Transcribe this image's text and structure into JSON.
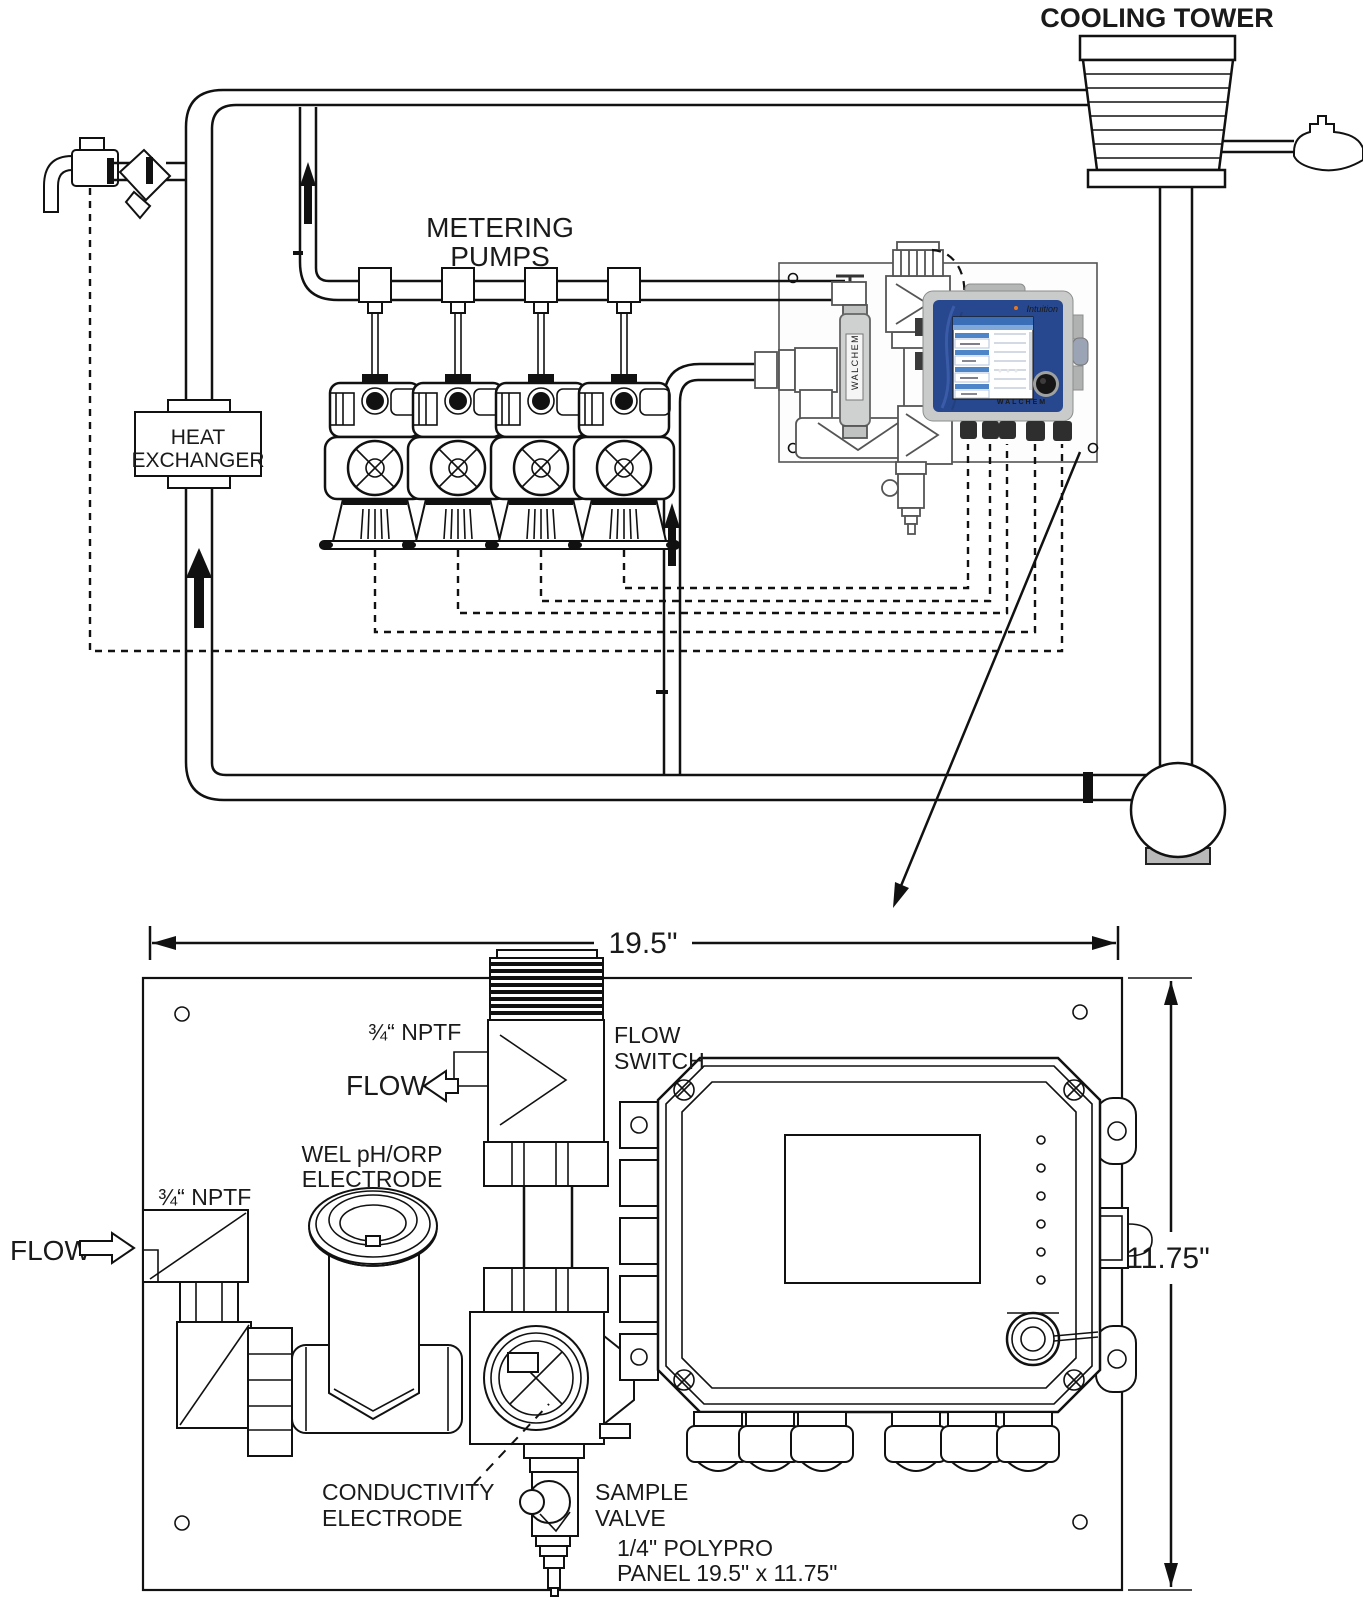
{
  "schematic": {
    "cooling_tower_label": "COOLING TOWER",
    "metering_pumps_label_1": "METERING",
    "metering_pumps_label_2": "PUMPS",
    "heat_exchanger_label_1": "HEAT",
    "heat_exchanger_label_2": "EXCHANGER",
    "flowmeter_brand": "WALCHEM",
    "controller": {
      "brand": "Intuition",
      "maker": "WALCHEM",
      "face_color": "#27478e",
      "screen_header_color": "#3a6fb8",
      "enclosure_color": "#c9cbca",
      "maker_color": "#c22828"
    }
  },
  "detail": {
    "dim_width": "19.5\"",
    "dim_height": "11.75\"",
    "nptf_top": "¾“ NPTF",
    "nptf_left": "¾“ NPTF",
    "flow_out_label": "FLOW",
    "flow_in_label": "FLOW",
    "flow_switch_label_1": "FLOW",
    "flow_switch_label_2": "SWITCH",
    "ph_electrode_label_1": "WEL pH/ORP",
    "ph_electrode_label_2": "ELECTRODE",
    "conductivity_label_1": "CONDUCTIVITY",
    "conductivity_label_2": "ELECTRODE",
    "sample_valve_label_1": "SAMPLE",
    "sample_valve_label_2": "VALVE",
    "panel_note_1": "1/4\" POLYPRO",
    "panel_note_2": "PANEL 19.5\" x 11.75\""
  }
}
